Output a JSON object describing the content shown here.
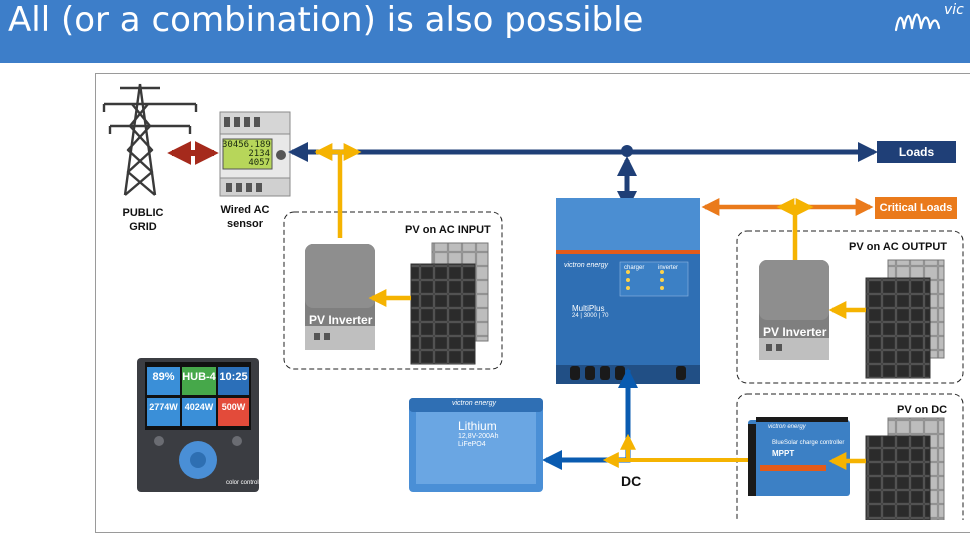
{
  "header": {
    "title": "All (or a combination) is also possible",
    "logo_text": "vic"
  },
  "labels": {
    "public_grid": "PUBLIC GRID",
    "wired_ac_sensor": "Wired AC sensor",
    "loads": "Loads",
    "critical_loads": "Critical Loads",
    "pv_ac_input": "PV on AC INPUT",
    "pv_ac_output": "PV on AC OUTPUT",
    "pv_dc": "PV on DC",
    "pv_inverter_1": "PV Inverter",
    "pv_inverter_2": "PV Inverter",
    "dc": "DC"
  },
  "meter": {
    "line1": "30456.189",
    "line2": "2134",
    "line3": "4057"
  },
  "multiplus": {
    "brand": "victron energy",
    "name": "MultiPlus",
    "rating": "24 | 3000 | 70",
    "charger": "charger",
    "inverter": "inverter"
  },
  "battery": {
    "brand": "victron energy",
    "name": "Lithium",
    "spec": "12,8V-200Ah",
    "type": "LiFePO4"
  },
  "mppt": {
    "brand": "victron energy",
    "title": "BlueSolar charge controller",
    "name": "MPPT"
  },
  "color_control": {
    "cells": [
      "89%",
      "HUB-4",
      "10:25",
      "2774W",
      "4024W",
      "500W"
    ],
    "brand": "color control"
  },
  "colors": {
    "header_bg": "#3d7ec9",
    "ac_line": "#1f3f77",
    "pv_arrow": "#f5b301",
    "critical_orange": "#ea7a1b",
    "dc_blue": "#0a5bb0",
    "grid_arrow": "#a52a1c"
  },
  "icons": [
    "transmission-tower-icon",
    "energy-meter-icon",
    "pv-inverter-icon",
    "solar-panel-icon",
    "inverter-charger-icon",
    "lithium-battery-icon",
    "mppt-controller-icon",
    "color-control-gx-icon"
  ]
}
